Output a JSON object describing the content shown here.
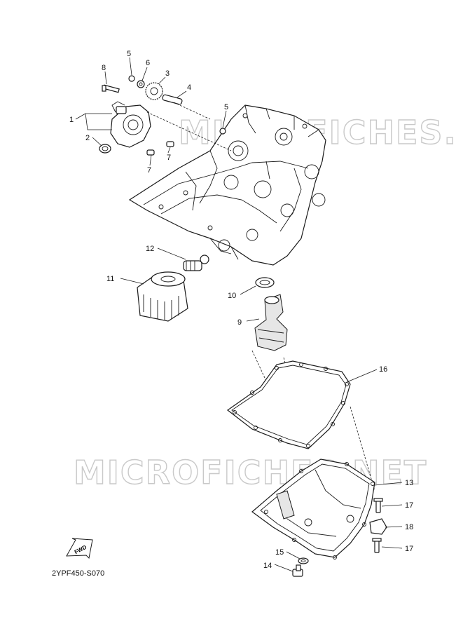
{
  "watermark": {
    "text": "MICROFICHES.NET"
  },
  "diagram_code": "2YPF450-S070",
  "fwd_label": "FWD",
  "callouts": [
    {
      "id": "c8",
      "text": "8"
    },
    {
      "id": "c5a",
      "text": "5"
    },
    {
      "id": "c6",
      "text": "6"
    },
    {
      "id": "c3",
      "text": "3"
    },
    {
      "id": "c4",
      "text": "4"
    },
    {
      "id": "c5b",
      "text": "5"
    },
    {
      "id": "c1",
      "text": "1"
    },
    {
      "id": "c2",
      "text": "2"
    },
    {
      "id": "c7a",
      "text": "7"
    },
    {
      "id": "c7b",
      "text": "7"
    },
    {
      "id": "c12",
      "text": "12"
    },
    {
      "id": "c11",
      "text": "11"
    },
    {
      "id": "c10",
      "text": "10"
    },
    {
      "id": "c9",
      "text": "9"
    },
    {
      "id": "c16",
      "text": "16"
    },
    {
      "id": "c13",
      "text": "13"
    },
    {
      "id": "c17a",
      "text": "17"
    },
    {
      "id": "c18",
      "text": "18"
    },
    {
      "id": "c17b",
      "text": "17"
    },
    {
      "id": "c15",
      "text": "15"
    },
    {
      "id": "c14",
      "text": "14"
    }
  ]
}
